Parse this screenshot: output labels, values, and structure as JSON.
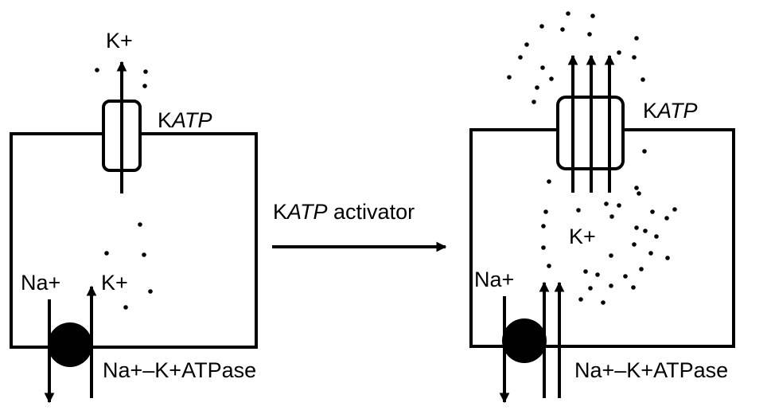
{
  "left_panel": {
    "k_out_label": "K+",
    "channel_prefix": "K",
    "channel_italic": "ATP",
    "k_in_label": "K+",
    "na_label": "Na+",
    "pump_label": "Na+–K+ATPase"
  },
  "middle": {
    "arrow_prefix": "K",
    "arrow_italic": "ATP",
    "arrow_suffix": " activator"
  },
  "right_panel": {
    "channel_prefix": "K",
    "channel_italic": "ATP",
    "k_in_label": "K+",
    "na_label": "Na+",
    "pump_label": "Na+–K+ATPase"
  },
  "colors": {
    "ink": "#000000",
    "background": "#ffffff"
  }
}
